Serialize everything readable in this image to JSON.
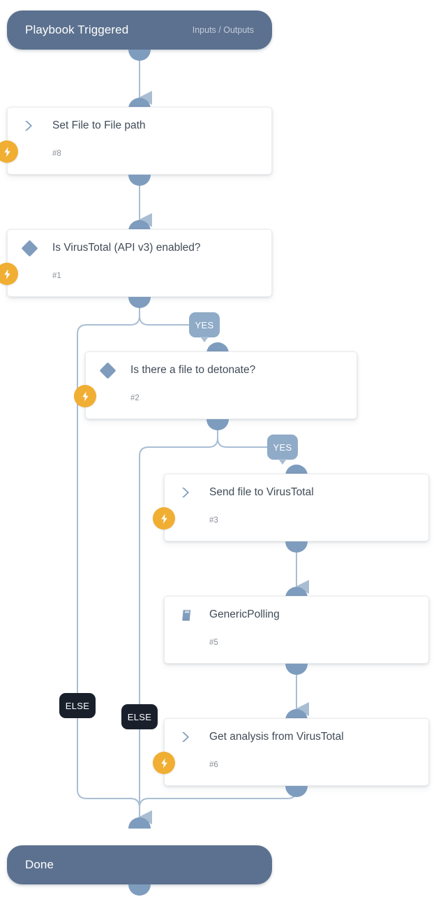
{
  "diagram": {
    "kind": "playbook-workflow",
    "title": "Playbook Triggered",
    "colors": {
      "terminal": "#5c718f",
      "edge": "#a9bed3",
      "port": "#7e9cbd",
      "badge_yes": "#8fabc7",
      "badge_else": "#19202c",
      "bolt": "#f0ae33",
      "card_text": "#404b57",
      "card_id_text": "#8a8f98",
      "canvas": "#ffffff"
    }
  },
  "start_node": {
    "label": "Playbook Triggered",
    "sub_label": "Inputs / Outputs"
  },
  "end_node": {
    "label": "Done"
  },
  "nodes": [
    {
      "id": "task-8",
      "label": "Set File to File path",
      "number": "#8",
      "icon": "chevron-right-icon",
      "type": "task",
      "has_bolt": true
    },
    {
      "id": "cond-1",
      "label": "Is VirusTotal (API v3) enabled?",
      "number": "#1",
      "icon": "diamond-icon",
      "type": "condition",
      "has_bolt": true
    },
    {
      "id": "cond-2",
      "label": "Is there a file to detonate?",
      "number": "#2",
      "icon": "diamond-icon",
      "type": "condition",
      "has_bolt": true
    },
    {
      "id": "task-3",
      "label": "Send file to VirusTotal",
      "number": "#3",
      "icon": "chevron-right-icon",
      "type": "task",
      "has_bolt": true
    },
    {
      "id": "task-5",
      "label": "GenericPolling",
      "number": "#5",
      "icon": "book-icon",
      "type": "sub-playbook",
      "has_bolt": false
    },
    {
      "id": "task-6",
      "label": "Get analysis from VirusTotal",
      "number": "#6",
      "icon": "chevron-right-icon",
      "type": "task",
      "has_bolt": true
    }
  ],
  "branch_labels": {
    "yes_1": "YES",
    "yes_2": "YES",
    "else_1": "ELSE",
    "else_2": "ELSE"
  }
}
